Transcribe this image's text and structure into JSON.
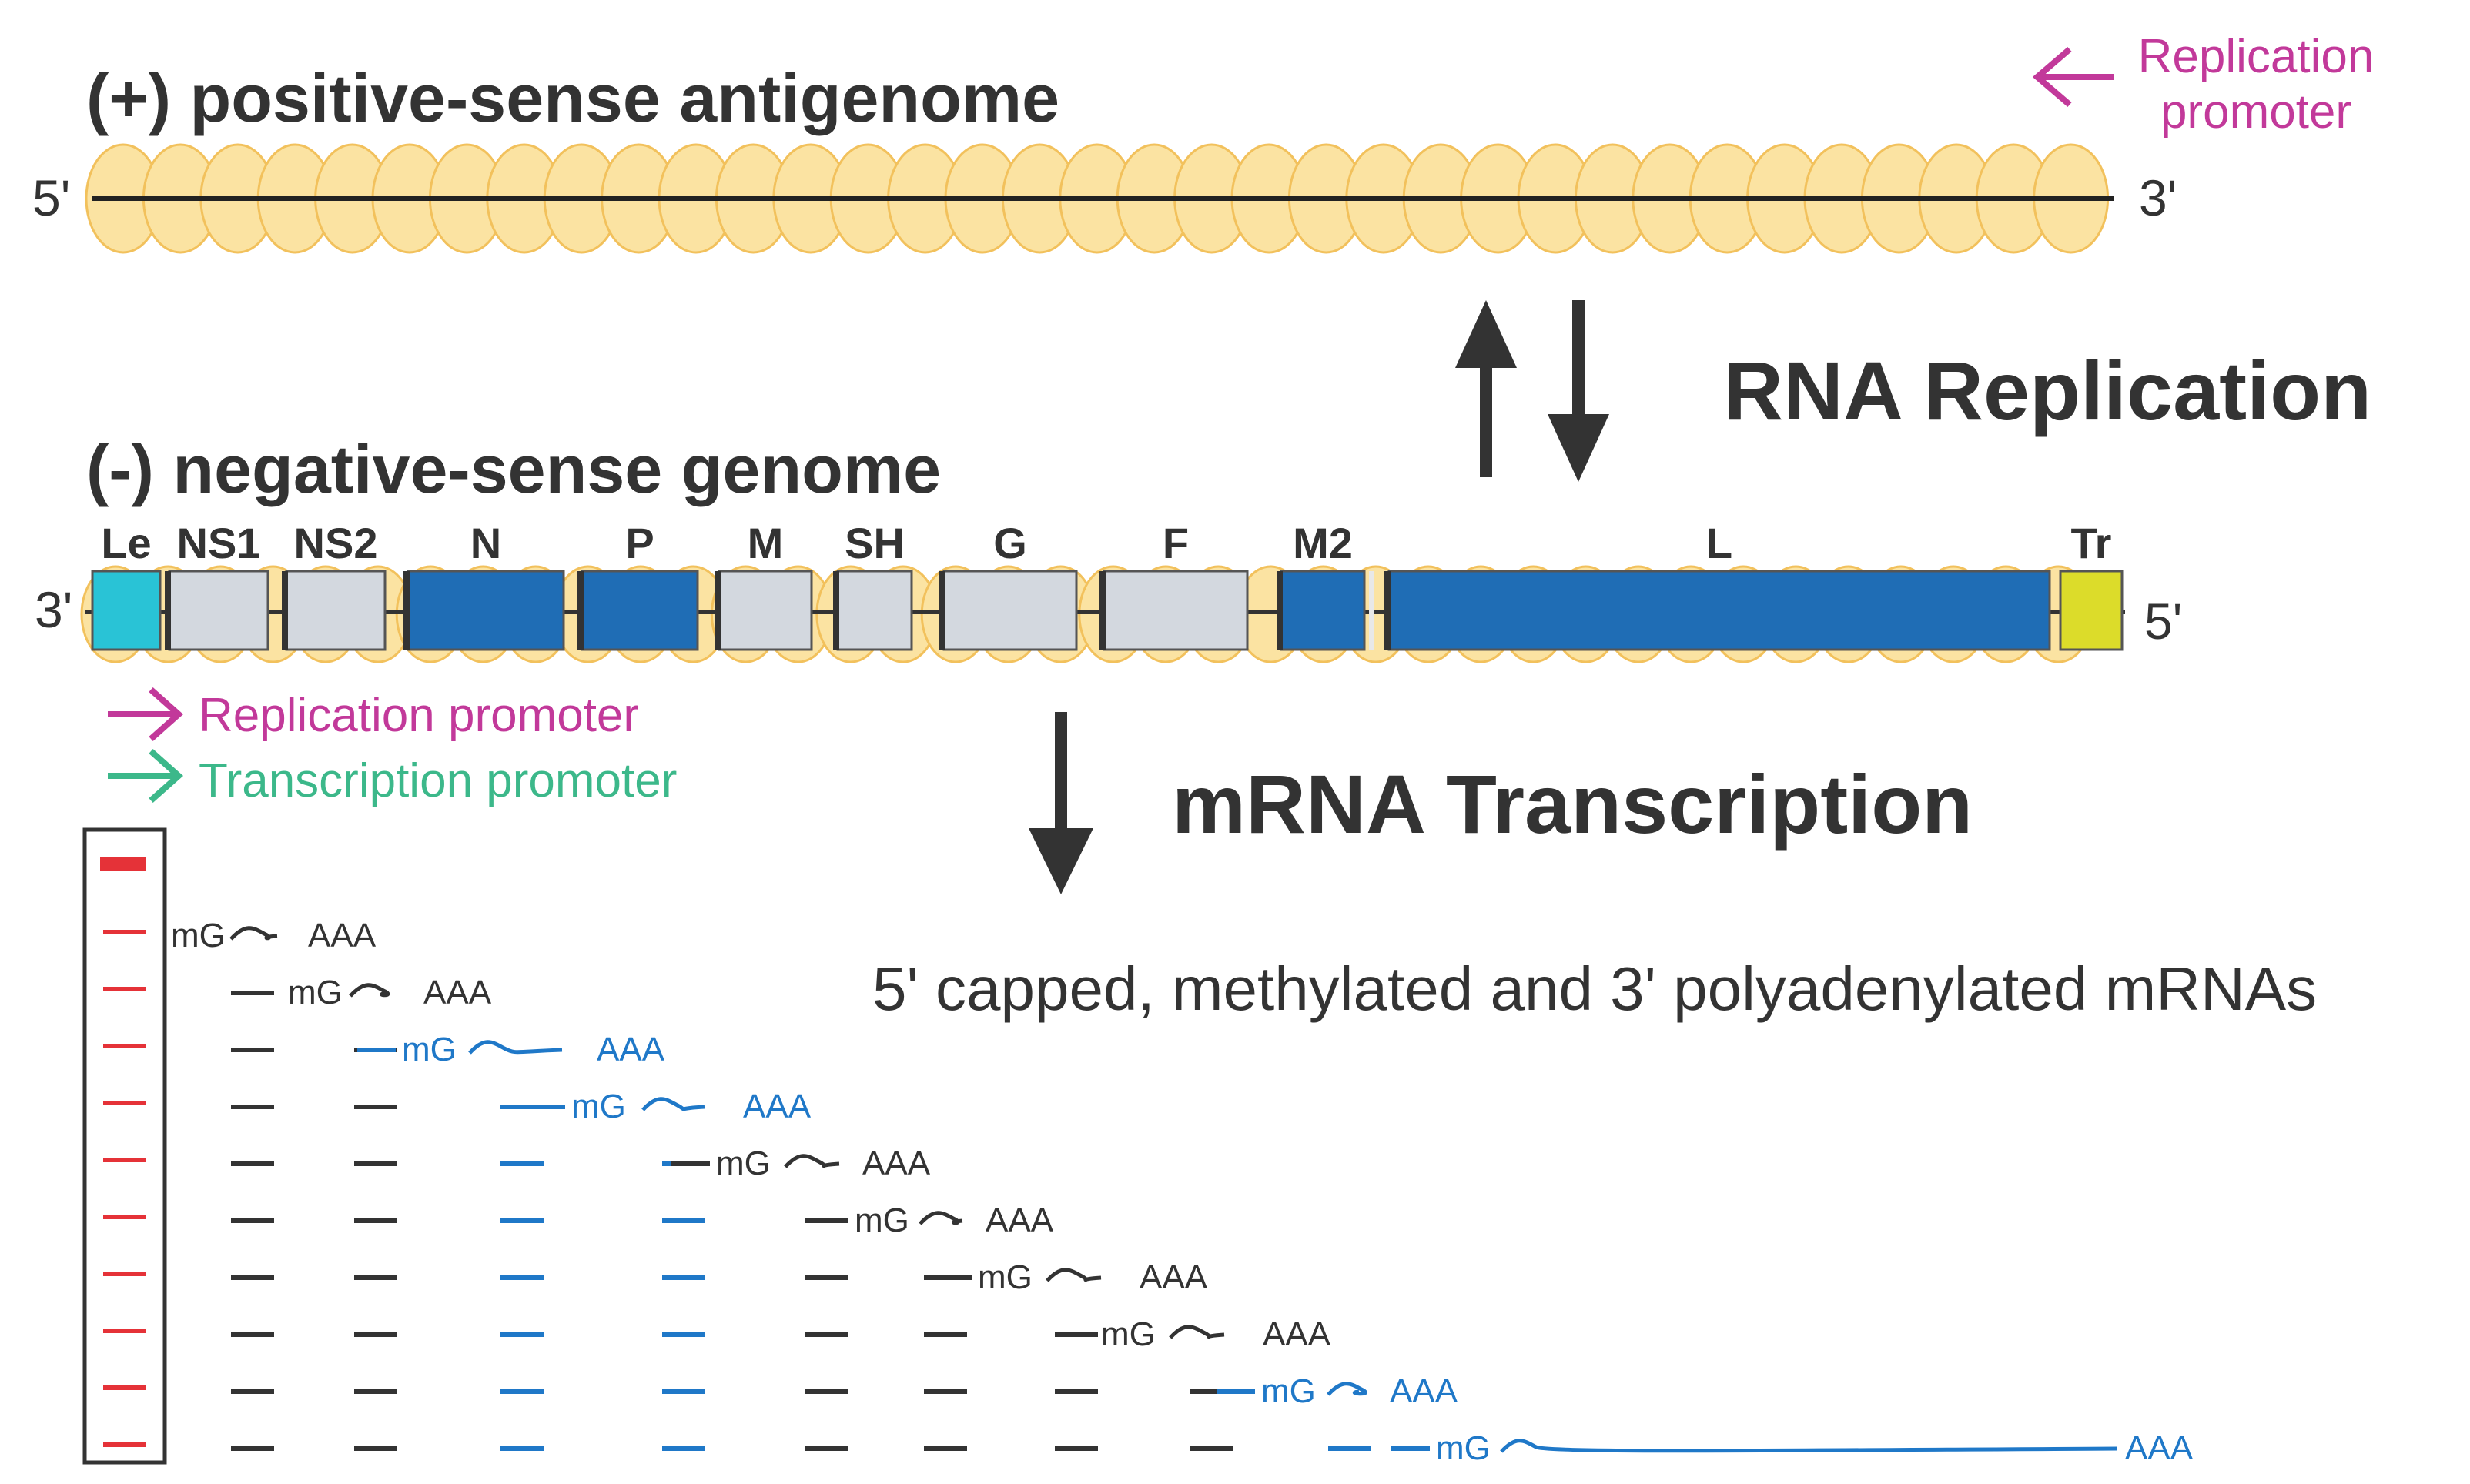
{
  "antigenome": {
    "title": "(+) positive-sense antigenome",
    "end5": "5'",
    "end3": "3'",
    "promoter_line1": "Replication",
    "promoter_line2": "promoter"
  },
  "genome": {
    "title": "(-) negative-sense genome",
    "end3": "3'",
    "end5": "5'"
  },
  "replication_label": "RNA Replication",
  "transcription_label": "mRNA Transcription",
  "legend": {
    "replication": "Replication promoter",
    "transcription": "Transcription promoter"
  },
  "mrna_description": "5' capped, methylated and 3' polyadenylated mRNAs",
  "cap_label": "mG",
  "polyA_label": "AAA",
  "genes": [
    {
      "name": "Le",
      "color": "#29c3d6"
    },
    {
      "name": "NS1",
      "color": "#d3d8df"
    },
    {
      "name": "NS2",
      "color": "#d3d8df"
    },
    {
      "name": "N",
      "color": "#1f6db5"
    },
    {
      "name": "P",
      "color": "#1f6db5"
    },
    {
      "name": "M",
      "color": "#d3d8df"
    },
    {
      "name": "SH",
      "color": "#d3d8df"
    },
    {
      "name": "G",
      "color": "#d3d8df"
    },
    {
      "name": "F",
      "color": "#d3d8df"
    },
    {
      "name": "M2",
      "color": "#1f6db5"
    },
    {
      "name": "L",
      "color": "#1f6db5"
    },
    {
      "name": "Tr",
      "color": "#dcdc2a"
    }
  ],
  "colors": {
    "nucleocapsid": "#fbe3a2",
    "nucleocapsid_edge": "#f2c15c",
    "promoter_pink": "#c2399a",
    "promoter_green": "#3cb88a",
    "gel_band": "#e53238",
    "mrna_blue": "#1f78c8",
    "mrna_dark": "#333333"
  }
}
